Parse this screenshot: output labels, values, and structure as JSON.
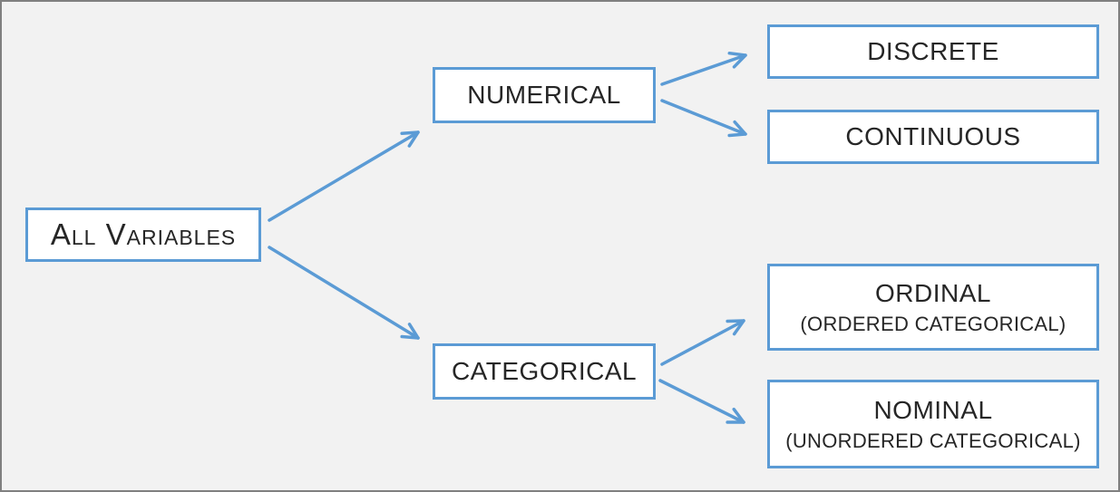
{
  "diagram": {
    "colors": {
      "accent_blue": "#5b9bd5",
      "background": "#f2f2f2",
      "frame_border": "#808080",
      "text": "#262626"
    },
    "nodes": {
      "all_variables": {
        "label": "All Variables"
      },
      "numerical": {
        "label": "NUMERICAL"
      },
      "categorical": {
        "label": "CATEGORICAL"
      },
      "discrete": {
        "label": "DISCRETE"
      },
      "continuous": {
        "label": "CONTINUOUS"
      },
      "ordinal": {
        "label": "ORDINAL",
        "sublabel": "(ORDERED CATEGORICAL)"
      },
      "nominal": {
        "label": "NOMINAL",
        "sublabel": "(UNORDERED CATEGORICAL)"
      }
    },
    "edges": [
      {
        "from": "all_variables",
        "to": "numerical"
      },
      {
        "from": "all_variables",
        "to": "categorical"
      },
      {
        "from": "numerical",
        "to": "discrete"
      },
      {
        "from": "numerical",
        "to": "continuous"
      },
      {
        "from": "categorical",
        "to": "ordinal"
      },
      {
        "from": "categorical",
        "to": "nominal"
      }
    ]
  }
}
